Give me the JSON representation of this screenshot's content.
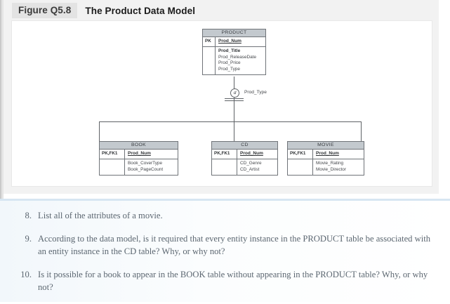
{
  "figure": {
    "tag": "Figure Q5.8",
    "title": "The Product Data Model"
  },
  "diagram": {
    "type": "entity-relationship-specialization",
    "supertype": {
      "name": "PRODUCT",
      "key_label": "PK",
      "key_attribute": "Prod_Num",
      "attributes": [
        "Prod_Title",
        "Prod_ReleaseDate",
        "Prod_Price",
        "Prod_Type"
      ]
    },
    "specialization": {
      "symbol": "d",
      "symbol_meaning": "disjoint",
      "discriminator": "Prod_Type"
    },
    "subtypes": [
      {
        "name": "BOOK",
        "key_label": "PK,FK1",
        "key_attribute": "Prod_Num",
        "attributes": [
          "Book_CoverType",
          "Book_PageCount"
        ]
      },
      {
        "name": "CD",
        "key_label": "PK,FK1",
        "key_attribute": "Prod_Num",
        "attributes": [
          "CD_Genre",
          "CD_Artist"
        ]
      },
      {
        "name": "MOVIE",
        "key_label": "PK,FK1",
        "key_attribute": "Prod_Num",
        "attributes": [
          "Movie_Rating",
          "Movie_Director"
        ]
      }
    ]
  },
  "questions": [
    {
      "number": "8.",
      "text": "List all of the attributes of a movie."
    },
    {
      "number": "9.",
      "text": "According to the data model, is it required that every entity instance in the PRODUCT table be associated with an entity instance in the CD table? Why, or why not?"
    },
    {
      "number": "10.",
      "text": "Is it possible for a book to appear in the BOOK table without appearing in the PRODUCT table? Why, or why not?"
    }
  ],
  "colors": {
    "entity_header": "#c3c9ce",
    "entity_border": "#6f7378",
    "figure_tag_bg": "#e3e3e3",
    "question_panel_border": "#d7e6f2"
  }
}
